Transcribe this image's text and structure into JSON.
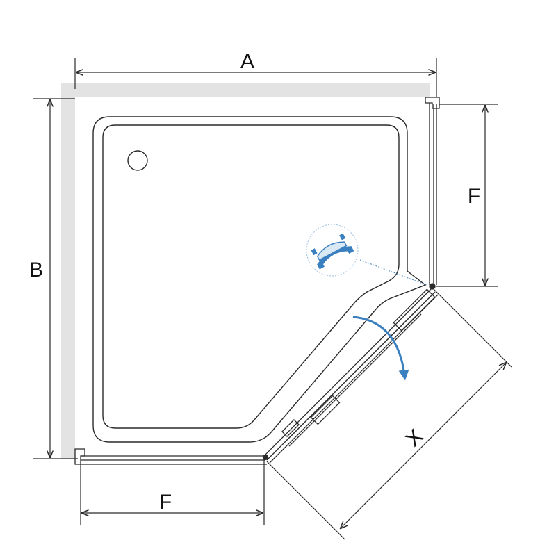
{
  "diagram": {
    "labels": {
      "width": "A",
      "depth": "B",
      "side_top": "F",
      "side_bottom": "F",
      "door": "X"
    },
    "icons": {
      "profile_detail": "profile-cross-section-icon",
      "swing_direction": "door-swing-arrow-icon",
      "drain": "drain-icon"
    },
    "colors": {
      "wall": "#e3e3e3",
      "line": "#2a2a2a",
      "accent": "#3a7fc0",
      "accent_light": "#d9e8f5"
    }
  }
}
